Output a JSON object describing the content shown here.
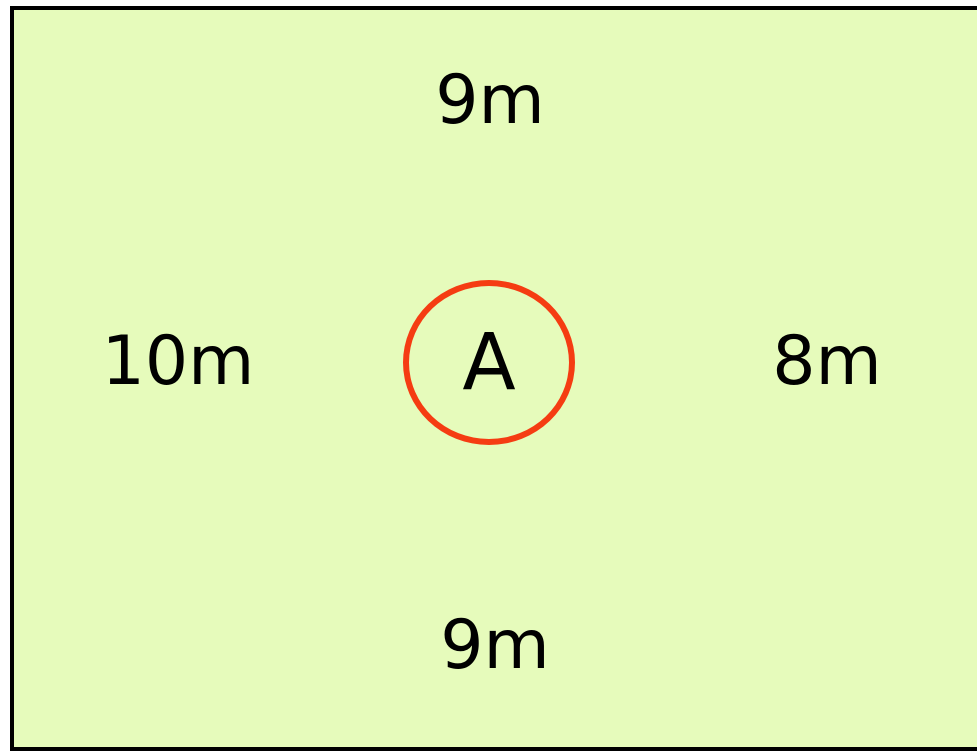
{
  "distances": {
    "top": "9m",
    "left": "10m",
    "right": "8m",
    "bottom": "9m"
  },
  "marker": {
    "letter": "A"
  },
  "colors": {
    "background": "#e6fbbb",
    "border": "#000000",
    "marker_ring": "#f53c12",
    "text": "#000000"
  }
}
